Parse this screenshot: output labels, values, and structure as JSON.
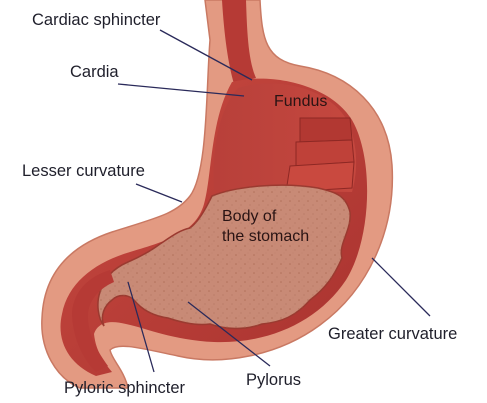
{
  "labels": {
    "cardiac_sphincter": "Cardiac sphincter",
    "cardia": "Cardia",
    "fundus": "Fundus",
    "lesser_curvature": "Lesser curvature",
    "body_line1": "Body of",
    "body_line2": "the stomach",
    "greater_curvature": "Greater curvature",
    "pyloric_sphincter": "Pyloric sphincter",
    "pylorus": "Pylorus"
  },
  "colors": {
    "outer_wall": "#e39a82",
    "outer_wall_edge": "#c97963",
    "muscle_dark": "#a8322f",
    "muscle_mid": "#c0423b",
    "muscle_light": "#d2574b",
    "mucosa": "#c88a76",
    "mucosa_speckle": "#a5654f",
    "leader_line": "#2a2a5a"
  }
}
